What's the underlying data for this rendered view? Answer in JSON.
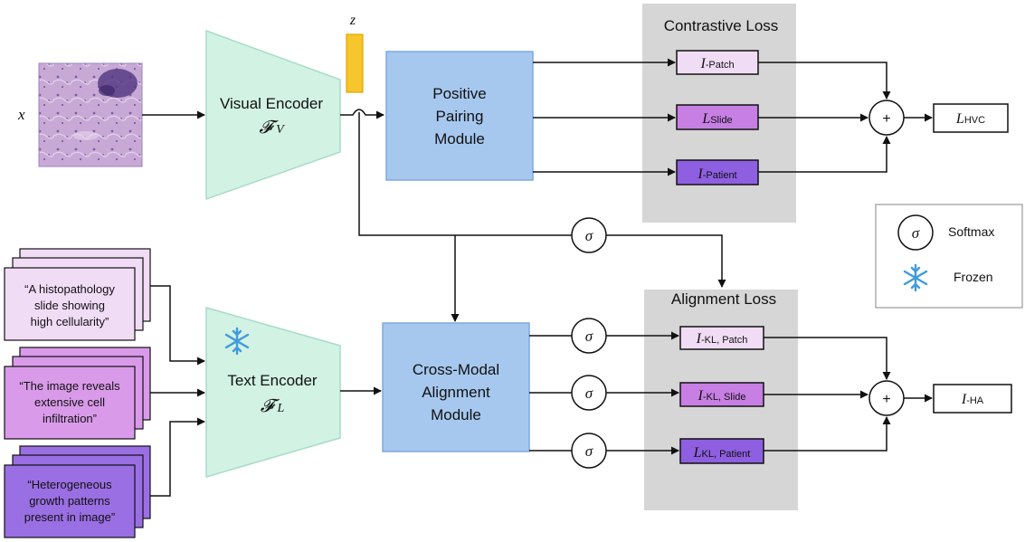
{
  "input_var": "x",
  "embedding_var": "z",
  "visual_encoder": {
    "name": "Visual Encoder",
    "symbol": "𝓕",
    "sub": "V"
  },
  "text_encoder": {
    "name": "Text Encoder",
    "symbol": "𝓕",
    "sub": "L"
  },
  "pairing_module": [
    "Positive",
    "Pairing",
    "Module"
  ],
  "alignment_module": [
    "Cross-Modal",
    "Alignment",
    "Module"
  ],
  "contrastive_title": "Contrastive Loss",
  "alignment_title": "Alignment Loss",
  "contrastive_losses": [
    {
      "main": "I",
      "sub": "-Patch"
    },
    {
      "main": "L",
      "sub": "Slide"
    },
    {
      "main": "I",
      "sub": "-Patient"
    }
  ],
  "alignment_losses": [
    {
      "main": "I",
      "sub": "-KL, Patch"
    },
    {
      "main": "I",
      "sub": "-KL, Slide"
    },
    {
      "main": "L",
      "sub": "KL, Patient"
    }
  ],
  "total_hvc": {
    "main": "L",
    "sub": "HVC"
  },
  "total_ha": {
    "main": "I",
    "sub": "-HA"
  },
  "sigma": "σ",
  "plus": "+",
  "prompts": [
    [
      "“A histopathology",
      "slide showing",
      "high cellularity”"
    ],
    [
      "“The image reveals",
      "extensive cell",
      "infiltration”"
    ],
    [
      "“Heterogeneous",
      "growth patterns",
      "present in image”"
    ]
  ],
  "legend": {
    "softmax": "Softmax",
    "frozen": "Frozen"
  },
  "colors": {
    "encoder": "#d2f2e4",
    "encoder_stroke": "#a6dcc8",
    "module": "#a6c8ef",
    "module_stroke": "#7ea9de",
    "panel": "#d6d6d6",
    "embed": "#f7c52c",
    "light": "#f1dcf6",
    "mid": "#c77fe4",
    "deep": "#8e5fe0",
    "snow": "#3f9bdc"
  }
}
